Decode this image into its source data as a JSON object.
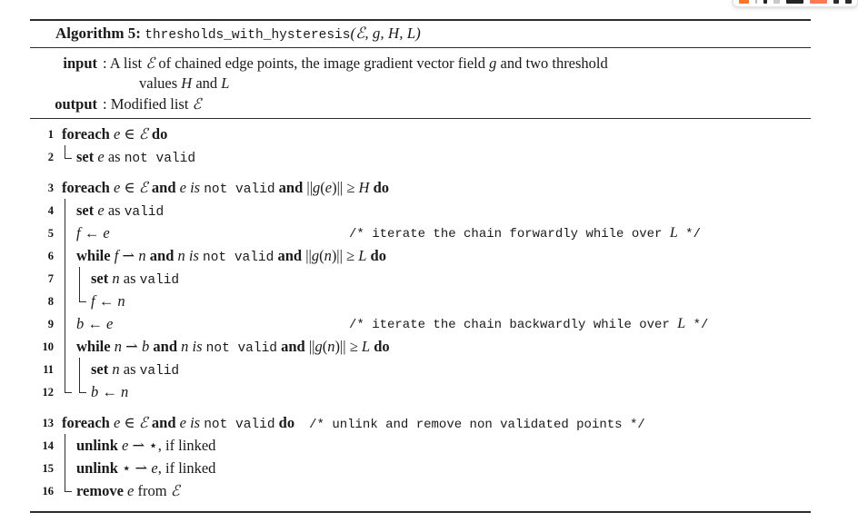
{
  "toolbar": {
    "name": "floating-editor-toolbar",
    "accent_color": "#f4762a",
    "secondary_color": "#fc7a55",
    "dark_color": "#242424",
    "items": [
      "highlight-swatch",
      "divider",
      "cursor-tool",
      "divider",
      "text-bar-tool",
      "accent-bar-tool",
      "grid-tool"
    ]
  },
  "algorithm": {
    "title_keyword": "Algorithm 5:",
    "title_function": "thresholds_with_hysteresis",
    "title_args": "(ℰ, g, H, L)",
    "io": {
      "input_label": "input",
      "input_text_1": ": A list ℰ of chained edge points, the image gradient vector field g and two threshold",
      "input_text_2": "values H and L",
      "output_label": "output",
      "output_text": ": Modified list ℰ"
    },
    "lines": [
      {
        "no": "1",
        "text": "foreach e ∈ ℰ do"
      },
      {
        "no": "2",
        "text": "set e as not valid"
      },
      {
        "no": "3",
        "text": "foreach e ∈ ℰ and e is not valid and ||g(e)|| ≥ H do"
      },
      {
        "no": "4",
        "text": "set e as valid"
      },
      {
        "no": "5",
        "text": "f ← e",
        "comment": "/* iterate the chain forwardly while over L */"
      },
      {
        "no": "6",
        "text": "while f ⇀ n and n is not valid and ||g(n)|| ≥ L do"
      },
      {
        "no": "7",
        "text": "set n as valid"
      },
      {
        "no": "8",
        "text": "f ← n"
      },
      {
        "no": "9",
        "text": "b ← e",
        "comment": "/* iterate the chain backwardly while over L */"
      },
      {
        "no": "10",
        "text": "while n ⇀ b and n is not valid and ||g(n)|| ≥ L do"
      },
      {
        "no": "11",
        "text": "set n as valid"
      },
      {
        "no": "12",
        "text": "b ← n"
      },
      {
        "no": "13",
        "text": "foreach e ∈ ℰ and e is not valid do",
        "comment": "/* unlink and remove non validated points */"
      },
      {
        "no": "14",
        "text": "unlink e ⇀ ⋆, if linked"
      },
      {
        "no": "15",
        "text": "unlink ⋆ ⇀ e, if linked"
      },
      {
        "no": "16",
        "text": "remove e from ℰ"
      }
    ]
  }
}
